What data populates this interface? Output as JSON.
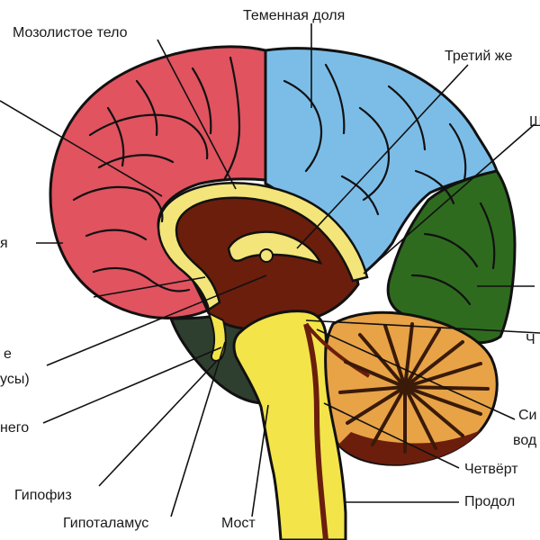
{
  "labels": {
    "corpus_callosum": "Мозолистое тело",
    "parietal_lobe": "Теменная доля",
    "third_ventricle": "Третий же",
    "occipital_partial": "Ш",
    "frontal_partial": "я",
    "limbic_partial_1": "е",
    "limbic_partial_2": "усы)",
    "midbrain_partial": "него",
    "pituitary": "Гипофиз",
    "hypothalamus": "Гипоталамус",
    "pons": "Мост",
    "medulla_partial": "Продол",
    "fourth_ventricle_partial": "Четвёрт",
    "aqueduct_partial_1": "Си",
    "aqueduct_partial_2": "вод",
    "cerebellum_partial": "Ч"
  },
  "colors": {
    "frontal": "#e0535f",
    "parietal": "#7cbde8",
    "occipital": "#2f6b1f",
    "inner_core": "#6b1e0c",
    "corpus_yellow": "#f3e57a",
    "brainstem": "#f3e44a",
    "cerebellum": "#e8a347",
    "temporal_dark": "#2f3f2f",
    "outline": "#111111"
  }
}
